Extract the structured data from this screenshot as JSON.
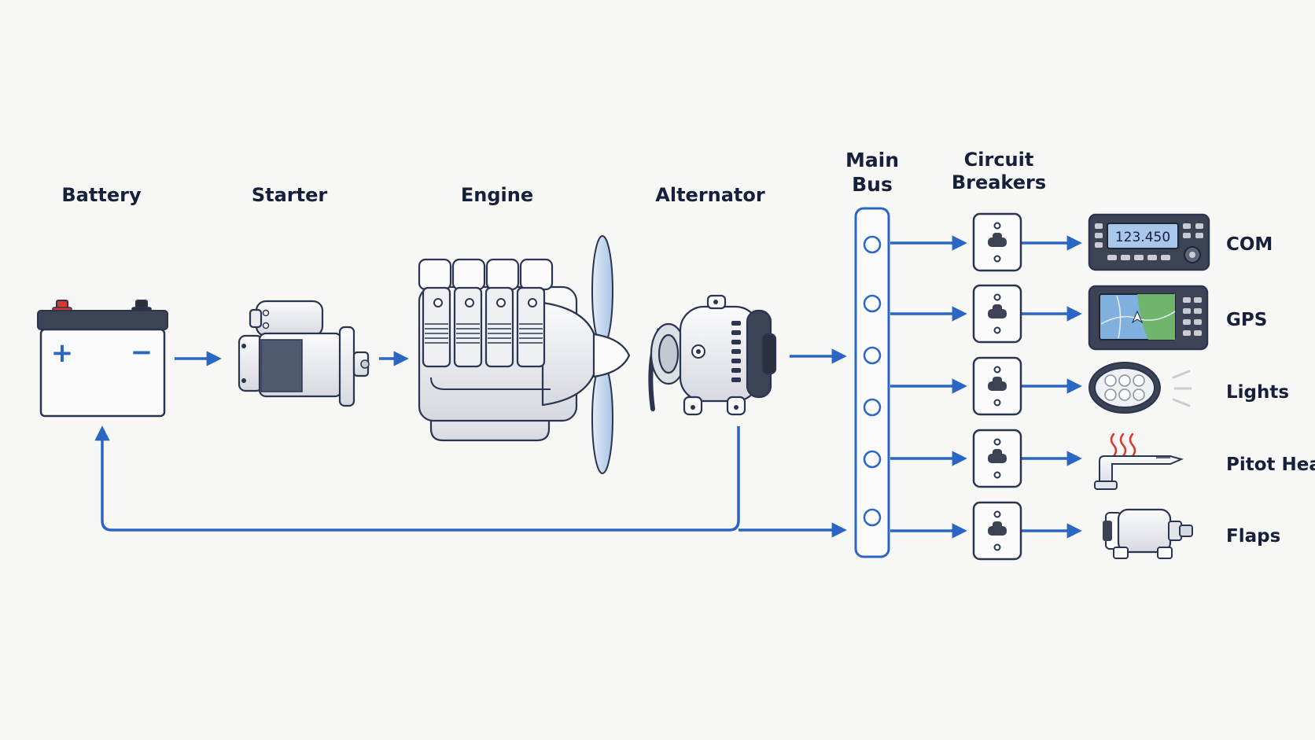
{
  "labels": {
    "battery": "Battery",
    "starter": "Starter",
    "engine": "Engine",
    "alternator": "Alternator",
    "main_bus_line1": "Main",
    "main_bus_line2": "Bus",
    "circuit_breakers_line1": "Circuit",
    "circuit_breakers_line2": "Breakers"
  },
  "battery_terminals": {
    "positive": "+",
    "negative": "−"
  },
  "loads": [
    {
      "label": "COM",
      "icon": "radio-icon"
    },
    {
      "label": "GPS",
      "icon": "gps-display-icon"
    },
    {
      "label": "Lights",
      "icon": "light-icon"
    },
    {
      "label": "Pitot Heat",
      "icon": "pitot-tube-icon"
    },
    {
      "label": "Flaps",
      "icon": "flap-motor-icon"
    }
  ],
  "com_display": "123.450",
  "bus_taps": 6,
  "colors": {
    "flow_arrow": "#2a66c3",
    "battery_positive": "#d9382f",
    "line_ink": "#2c3550",
    "background": "#f7f7f5"
  }
}
